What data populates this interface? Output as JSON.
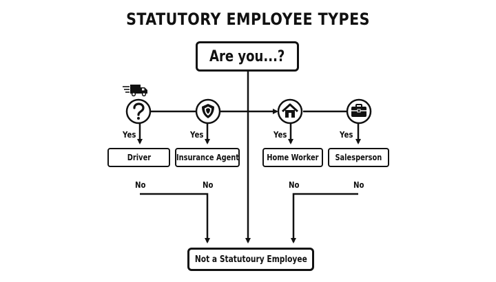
{
  "title": "STATUTORY EMPLOYEE TYPES",
  "start": "Are you...?",
  "yes_label": "Yes",
  "no_label": "No",
  "roles": [
    {
      "label": "Driver",
      "icon": "question-mark-icon"
    },
    {
      "label": "Insurance Agent",
      "icon": "shield-icon"
    },
    {
      "label": "Home Worker",
      "icon": "house-icon"
    },
    {
      "label": "Salesperson",
      "icon": "briefcase-icon"
    }
  ],
  "decorations": {
    "truck_icon": "truck-icon"
  },
  "end": "Not a Statutoury Employee",
  "colors": {
    "ink": "#111111",
    "background": "#ffffff"
  }
}
